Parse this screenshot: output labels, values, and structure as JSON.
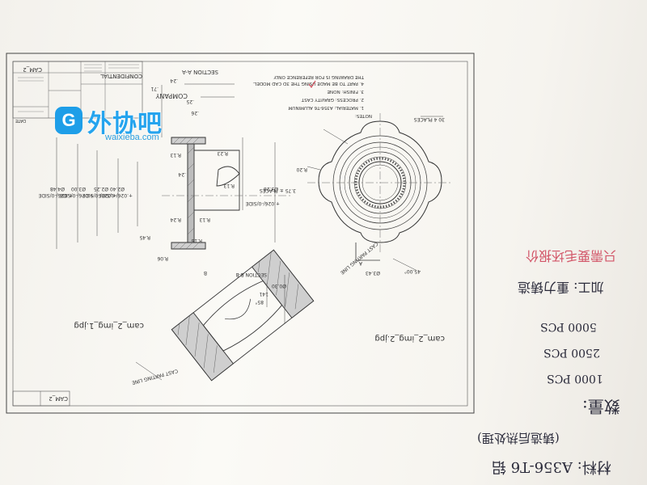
{
  "watermark": {
    "logo_glyph": "G",
    "title": "外协吧",
    "subtitle": "waixieba.com"
  },
  "title_block": {
    "confidential": "CONFIDENTIAL",
    "company": "COMPANY",
    "sheet_label": "CAM_2",
    "date_label": "DATE"
  },
  "section_aa": {
    "title": "SECTION A-A"
  },
  "section_bb": {
    "title": "SECTION B-B"
  },
  "notes": {
    "heading": "NOTES:",
    "lines": [
      "1. MATERIAL: A356-T6 ALUMINUM",
      "2. PROCESS: GRAVITY CAST",
      "3. FINISH: NONE",
      "4. PART TO BE MADE USING THE 3D CAD MODEL.",
      "   THE DRAWING IS FOR REFERENCE ONLY"
    ]
  },
  "dimensions": {
    "d1": "Ø4.48",
    "d2": "Ø3.00",
    "d3": "Ø2.40",
    "d4": "Ø2.25",
    "tol1": "+.026/-0/SIDE",
    "tol2": "+.026/-0/SIDE",
    "tol3": "+.026/-0/SIDE",
    "tol4": "+.026/-0/SIDE",
    "tol5": "+.026/-0/SIDE",
    "r_a": "R.45",
    "r_b": "R.06",
    "r_c": "R.16",
    "r_d": "R.13",
    "r_e": "R.23",
    "r_f": "R.13",
    "r_g": "R.20",
    "l1": ".24",
    "l2": ".71",
    "l3": "R.24",
    "l4": ".25",
    "l5": ".26",
    "l6": ".24",
    "l7": "R.13",
    "places": "3.75 ± PLACES",
    "places4": "30 4 PLACES",
    "r_ring": "Ø3.28",
    "bb_d": "Ø0.30",
    "bb_angle": "85°",
    "bb_r": "141",
    "bore": "Ø3.43",
    "angle45": "45.00°"
  },
  "labels": {
    "parting_line_1": "CAST PARTING LINE",
    "parting_line_2": "CAST PARTING LINE",
    "img1": "cam_2_img_1.jpg",
    "img2": "cam_2_img_2.jpg",
    "view_a": "A",
    "view_b": "B"
  },
  "handwriting": {
    "material": "材料: A356-T6 铝",
    "material_note": "(铸造后热处理)",
    "quantity_label": "数量:",
    "qty1": "1000 PCS",
    "qty2": "2500 PCS",
    "qty3": "5000 PCS",
    "process": "加工: 重力铸造",
    "red_note": "只需要毛坯报价"
  },
  "colors": {
    "ink": "#3a3a40",
    "hand_ink": "#2a2a3a",
    "red_ink": "#d25568",
    "watermark_blue": "#25a4ee"
  }
}
